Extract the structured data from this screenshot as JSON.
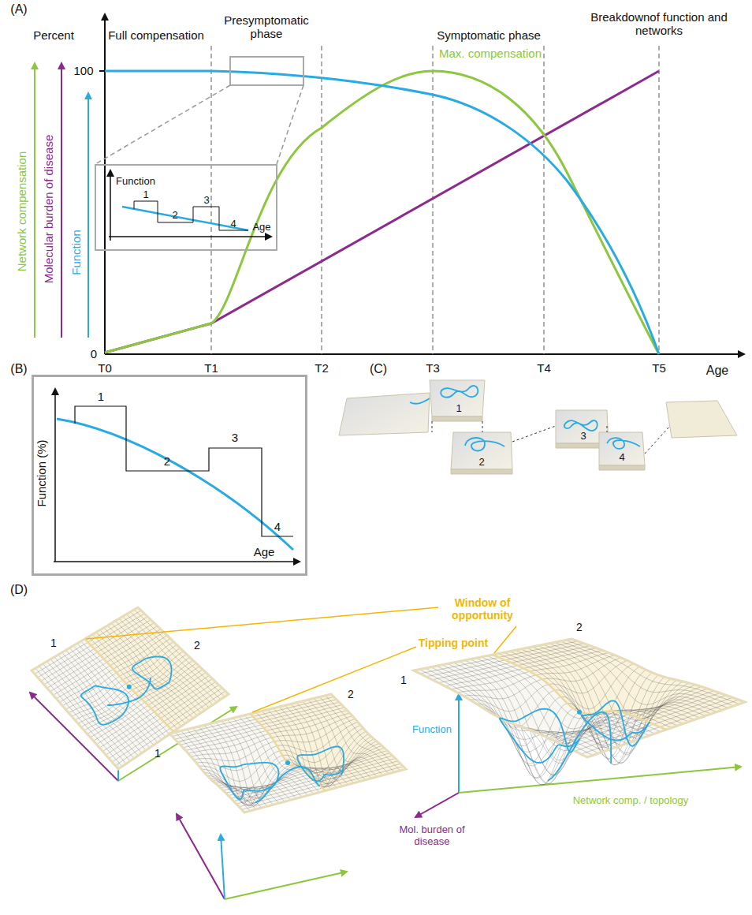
{
  "diagram": {
    "nodes": [
      {
        "text": [
          "Function",
          "1",
          "2",
          "3",
          "4",
          "Age"
        ]
      },
      {
        "text": [
          "Function (%)",
          "1",
          "2",
          "3",
          "4",
          "Age"
        ]
      }
    ],
    "labels": [
      "(A)",
      "Percent",
      "100",
      "0",
      "Full compensation",
      "Presymptomatic phase",
      "Symptomatic phase",
      "Max. compensation",
      "Breakdownof function and networks",
      "Network compensation",
      "Molecular burden of disease",
      "Function",
      "T0",
      "T1",
      "T2",
      "T3",
      "T4",
      "T5",
      "Age",
      "(B)",
      "(C)",
      "1",
      "2",
      "3",
      "4",
      "(D)",
      "Window of opportunity",
      "Tipping point",
      "1",
      "2",
      "1",
      "2",
      "1",
      "2",
      "Mol. burden of disease",
      "Function",
      "Network comp. / topology"
    ]
  }
}
